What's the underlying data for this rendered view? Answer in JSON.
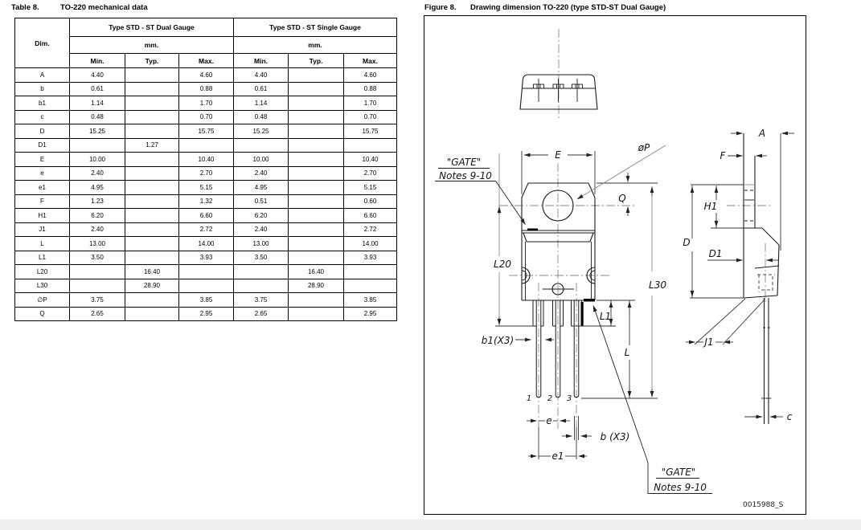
{
  "table_section": {
    "label": "Table 8.",
    "title": "TO-220 mechanical data",
    "header": {
      "dim": "Dim.",
      "group1": "Type STD - ST Dual Gauge",
      "group2": "Type STD - ST Single Gauge",
      "unit": "mm.",
      "min": "Min.",
      "typ": "Typ.",
      "max": "Max."
    },
    "rows": [
      {
        "dim": "A",
        "cells": [
          "4.40",
          "",
          "4.60",
          "4.40",
          "",
          "4.60"
        ]
      },
      {
        "dim": "b",
        "cells": [
          "0.61",
          "",
          "0.88",
          "0.61",
          "",
          "0.88"
        ]
      },
      {
        "dim": "b1",
        "cells": [
          "1.14",
          "",
          "1.70",
          "1.14",
          "",
          "1.70"
        ]
      },
      {
        "dim": "c",
        "cells": [
          "0.48",
          "",
          "0.70",
          "0.48",
          "",
          "0.70"
        ]
      },
      {
        "dim": "D",
        "cells": [
          "15.25",
          "",
          "15.75",
          "15.25",
          "",
          "15.75"
        ]
      },
      {
        "dim": "D1",
        "cells": [
          "",
          "1.27",
          "",
          "",
          "",
          ""
        ]
      },
      {
        "dim": "E",
        "cells": [
          "10.00",
          "",
          "10.40",
          "10.00",
          "",
          "10.40"
        ]
      },
      {
        "dim": "e",
        "cells": [
          "2.40",
          "",
          "2.70",
          "2.40",
          "",
          "2.70"
        ]
      },
      {
        "dim": "e1",
        "cells": [
          "4.95",
          "",
          "5.15",
          "4.95",
          "",
          "5.15"
        ]
      },
      {
        "dim": "F",
        "cells": [
          "1.23",
          "",
          "1.32",
          "0.51",
          "",
          "0.60"
        ]
      },
      {
        "dim": "H1",
        "cells": [
          "6.20",
          "",
          "6.60",
          "6.20",
          "",
          "6.60"
        ]
      },
      {
        "dim": "J1",
        "cells": [
          "2.40",
          "",
          "2.72",
          "2.40",
          "",
          "2.72"
        ]
      },
      {
        "dim": "L",
        "cells": [
          "13.00",
          "",
          "14.00",
          "13.00",
          "",
          "14.00"
        ]
      },
      {
        "dim": "L1",
        "cells": [
          "3.50",
          "",
          "3.93",
          "3.50",
          "",
          "3.93"
        ]
      },
      {
        "dim": "L20",
        "cells": [
          "",
          "16.40",
          "",
          "",
          "16.40",
          ""
        ]
      },
      {
        "dim": "L30",
        "cells": [
          "",
          "28.90",
          "",
          "",
          "28.90",
          ""
        ]
      },
      {
        "dim": "∅P",
        "cells": [
          "3.75",
          "",
          "3.85",
          "3.75",
          "",
          "3.85"
        ]
      },
      {
        "dim": "Q",
        "cells": [
          "2.65",
          "",
          "2.95",
          "2.65",
          "",
          "2.95"
        ]
      }
    ]
  },
  "figure_section": {
    "label": "Figure 8.",
    "title": "Drawing dimension TO-220 (type STD-ST Dual Gauge)",
    "drawing_code": "0015988_S",
    "labels": {
      "E": "E",
      "phiP": "øP",
      "Q": "Q",
      "L20": "L20",
      "L30": "L30",
      "L1": "L1",
      "L": "L",
      "b1x3": "b1(X3)",
      "e": "e",
      "bx3": "b (X3)",
      "e1": "e1",
      "pin1": "1",
      "pin2": "2",
      "pin3": "3",
      "A": "A",
      "F": "F",
      "H1": "H1",
      "D": "D",
      "D1": "D1",
      "J1": "J1",
      "c": "c",
      "gate_top": "\"GATE\"",
      "gate_top_notes": "Notes 9-10",
      "gate_bottom": "\"GATE\"",
      "gate_bottom_notes": "Notes 9-10"
    }
  }
}
